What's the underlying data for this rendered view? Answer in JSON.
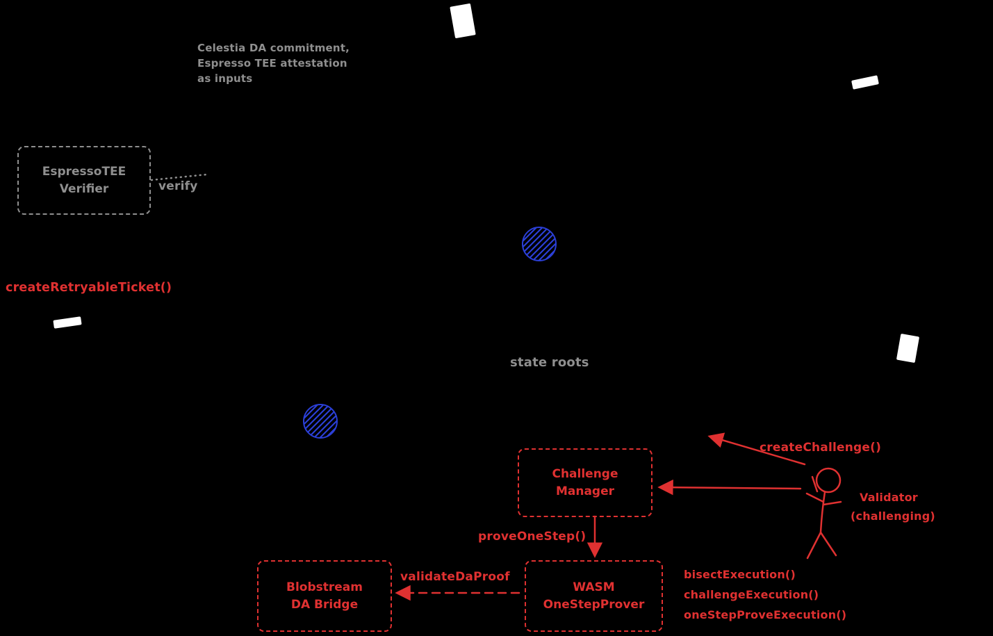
{
  "colors": {
    "bg": "#000000",
    "gray": "#8f8f8f",
    "red": "#e03131",
    "blue": "#2b3fd6",
    "white": "#ffffff"
  },
  "annotations": {
    "celestia_note": {
      "line1": "Celestia DA commitment,",
      "line2": "Espresso TEE attestation",
      "line3": "as inputs"
    },
    "verify": "verify",
    "state_roots": "state roots"
  },
  "boxes": {
    "espresso_tee_verifier": {
      "line1": "EspressoTEE",
      "line2": "Verifier"
    },
    "challenge_manager": {
      "line1": "Challenge",
      "line2": "Manager"
    },
    "wasm_one_step_prover": {
      "line1": "WASM",
      "line2": "OneStepProver"
    },
    "blobstream_da_bridge": {
      "line1": "Blobstream",
      "line2": "DA Bridge"
    }
  },
  "labels": {
    "create_retryable_ticket": "createRetryableTicket()",
    "create_challenge": "createChallenge()",
    "prove_one_step": "proveOneStep()",
    "validate_da_proof": "validateDaProof",
    "bisect_execution": "bisectExecution()",
    "challenge_execution": "challengeExecution()",
    "one_step_prove_execution": "oneStepProveExecution()"
  },
  "actor": {
    "validator_line1": "Validator",
    "validator_line2": "(challenging)"
  },
  "icons": {
    "ethereum_badge": "hatched-blue-circle",
    "paper_fragment": "white-paper-fragment"
  }
}
